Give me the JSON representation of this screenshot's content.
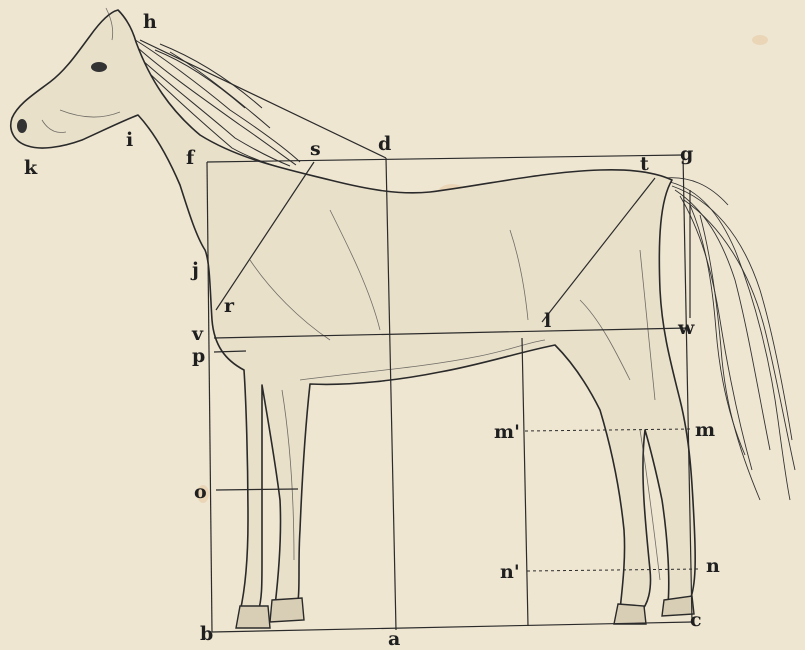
{
  "figure": {
    "background": "#efe6d2",
    "ink": "#2a2a2a",
    "labels": {
      "h": "h",
      "i": "i",
      "k": "k",
      "f": "f",
      "s": "s",
      "d": "d",
      "t": "t",
      "g": "g",
      "j": "j",
      "r": "r",
      "v": "v",
      "p": "p",
      "l": "l",
      "w": "w",
      "m_prime": "m'",
      "m": "m",
      "o": "o",
      "n_prime": "n'",
      "n": "n",
      "b": "b",
      "a": "a",
      "c": "c"
    }
  }
}
